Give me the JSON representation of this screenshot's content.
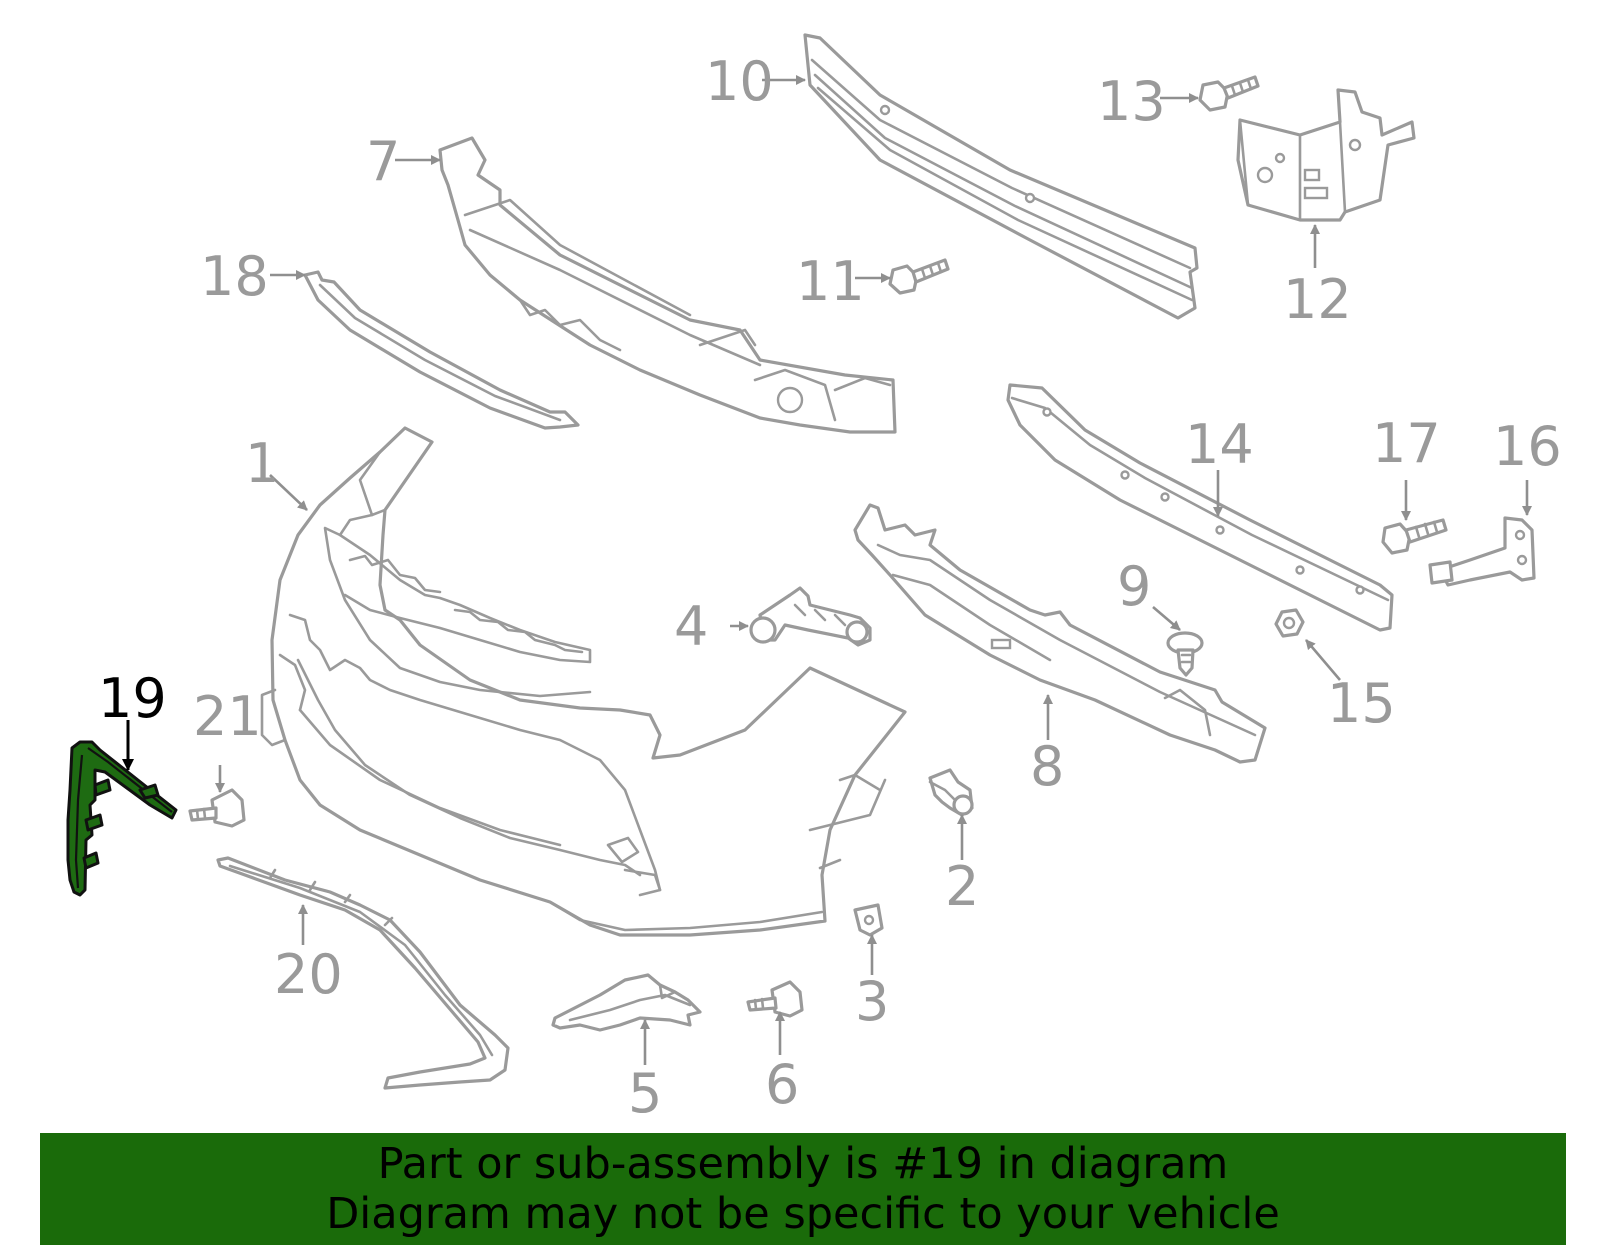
{
  "diagram": {
    "highlighted_part": "19",
    "highlight_color": "#1e6b12",
    "part_color": "#9a9a9a",
    "callouts": [
      "1",
      "2",
      "3",
      "4",
      "5",
      "6",
      "7",
      "8",
      "9",
      "10",
      "11",
      "12",
      "13",
      "14",
      "15",
      "16",
      "17",
      "18",
      "19",
      "20",
      "21"
    ]
  },
  "banner": {
    "line1": "Part or sub-assembly is #19 in diagram",
    "line2": "Diagram may not be specific to your vehicle",
    "background": "#1a6b0a"
  }
}
